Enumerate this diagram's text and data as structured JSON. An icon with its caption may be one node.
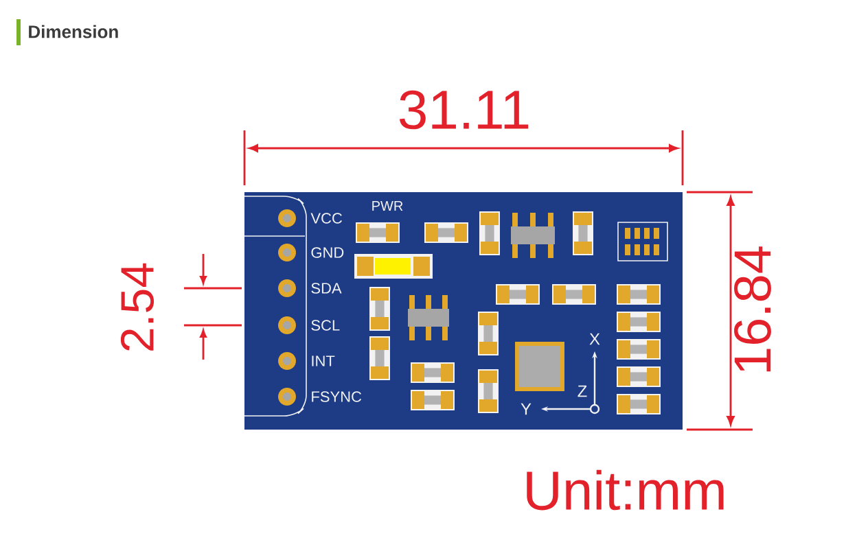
{
  "diagram": {
    "title": "Dimension",
    "labels": [
      "31.11",
      "PWR",
      "VCC",
      "GND",
      "2.54",
      "SDA",
      "16.84",
      "SCL",
      "X",
      "INT",
      "Z",
      "FSYNC",
      "Y",
      "Unit:mm"
    ]
  }
}
